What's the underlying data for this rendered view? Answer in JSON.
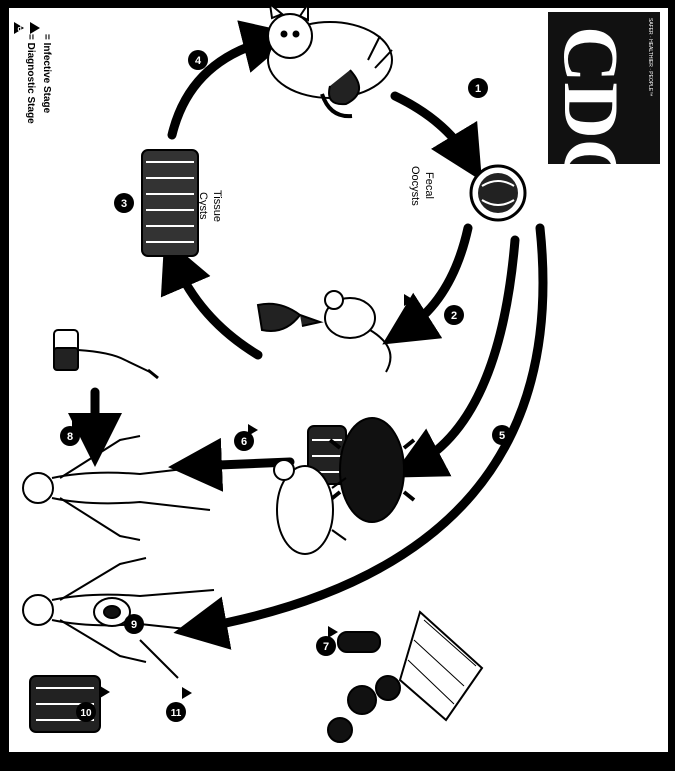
{
  "legend": {
    "infective": "= Infective Stage",
    "diagnostic": "= Diagnostic Stage"
  },
  "logo": {
    "text": "CDC",
    "tagline": "SAFER · HEALTHIER · PEOPLE™"
  },
  "labels": {
    "fecal_oocysts_1": "Fecal",
    "fecal_oocysts_2": "Oocysts",
    "tissue_cysts_1": "Tissue",
    "tissue_cysts_2": "Cysts"
  },
  "step_numbers": {
    "s1": "1",
    "s2": "2",
    "s3": "3",
    "s4": "4",
    "s5": "5",
    "s6": "6",
    "s7": "7",
    "s8": "8",
    "s9": "9",
    "s10": "10",
    "s11": "11"
  },
  "colors": {
    "ink": "#000000",
    "paper": "#ffffff",
    "cdc_bg": "#111111"
  }
}
